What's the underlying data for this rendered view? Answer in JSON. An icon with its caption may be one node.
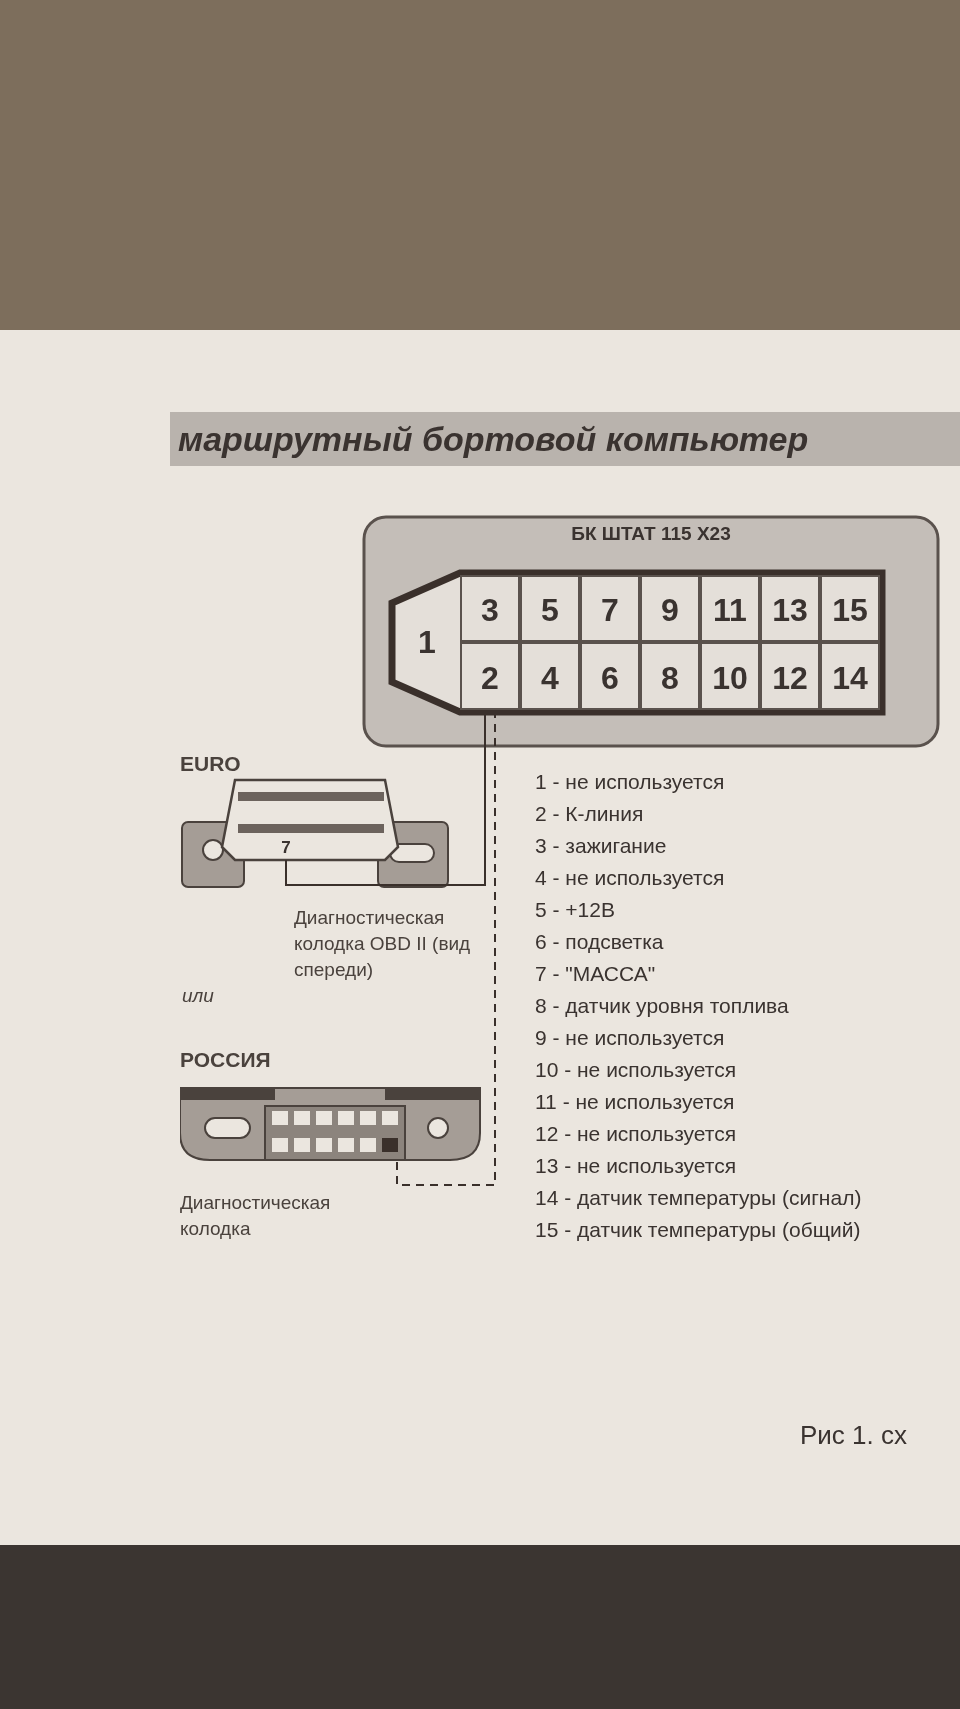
{
  "diagram": {
    "title": "маршрутный бортовой компьютер",
    "caption": "Рис 1. сх",
    "nodes": [
      {
        "text": [
          "БК ШТАТ 115 Х23"
        ]
      },
      {
        "text": [
          "1"
        ],
        "in": 0
      },
      {
        "text": [
          "3"
        ],
        "in": 0
      },
      {
        "text": [
          "5"
        ],
        "in": 0
      },
      {
        "text": [
          "7"
        ],
        "in": 0
      },
      {
        "text": [
          "9"
        ],
        "in": 0
      },
      {
        "text": [
          "11"
        ],
        "in": 0
      },
      {
        "text": [
          "13"
        ],
        "in": 0
      },
      {
        "text": [
          "15"
        ],
        "in": 0
      },
      {
        "text": [
          "2"
        ],
        "in": 0
      },
      {
        "text": [
          "4"
        ],
        "in": 0
      },
      {
        "text": [
          "6"
        ],
        "in": 0
      },
      {
        "text": [
          "8"
        ],
        "in": 0
      },
      {
        "text": [
          "10"
        ],
        "in": 0
      },
      {
        "text": [
          "12"
        ],
        "in": 0
      },
      {
        "text": [
          "14"
        ],
        "in": 0
      },
      {
        "text": [
          "EURO"
        ],
        "beside": [
          "Диагностическая колодка OBD II (вид спереди)"
        ]
      },
      {
        "text": [
          "7"
        ],
        "in": 16
      },
      {
        "text": [
          "РОССИЯ"
        ],
        "beside": [
          "Диагностическая колодка"
        ]
      }
    ],
    "edges": [
      {
        "from": 9,
        "to": 17,
        "arrow": "none"
      },
      {
        "from": 9,
        "to": 18,
        "arrow": "none",
        "style": "dashed"
      }
    ],
    "labels": [
      "1 - не используется",
      "2 - К-линия",
      "3 - зажигание",
      "4 - не используется",
      "5 - +12В",
      "6 - подсветка",
      "7 - \"МАССА\"",
      "8 - датчик уровня топлива",
      "или",
      "9 - не используется",
      "10 - не используется",
      "11 - не используется",
      "12 - не используется",
      "13 - не используется",
      "14 - датчик температуры (сигнал)",
      "15 - датчик температуры (общий)"
    ]
  }
}
